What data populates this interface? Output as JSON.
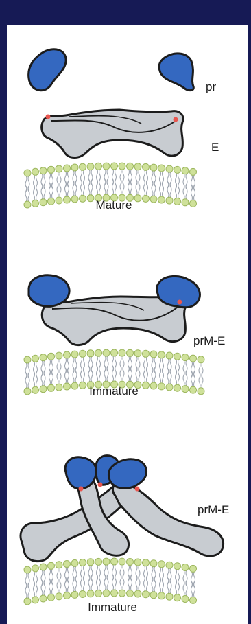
{
  "colors": {
    "frame": "#161a55",
    "panel": "#ffffff",
    "protein_fill": "#c8ccd1",
    "protein_stroke": "#2a2a2a",
    "pr_fill": "#3468c0",
    "lipid_head": "#cfe19a",
    "lipid_head_stroke": "#9cb65e",
    "lipid_tail": "#9fa6b0",
    "fusion_loop": "#e8564f",
    "text": "#1a1a1a"
  },
  "panels": [
    {
      "state_label": "Mature",
      "protein_label": "E",
      "peptide_label": "pr"
    },
    {
      "state_label": "Immature",
      "protein_label": "prM-E"
    },
    {
      "state_label": "Immature",
      "protein_label": "prM-E"
    }
  ]
}
